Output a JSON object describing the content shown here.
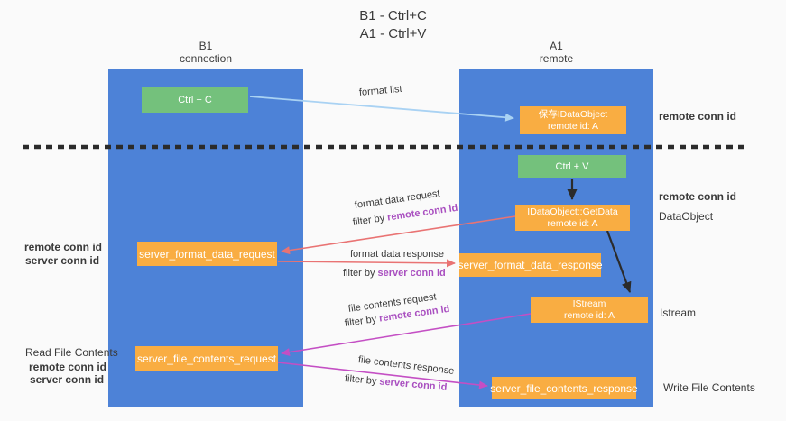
{
  "title": {
    "line1": "B1 - Ctrl+C",
    "line2": "A1 - Ctrl+V"
  },
  "columns": {
    "left": {
      "header_line1": "B1",
      "header_line2": "connection"
    },
    "right": {
      "header_line1": "A1",
      "header_line2": "remote"
    }
  },
  "nodes": {
    "ctrl_c": "Ctrl + C",
    "ctrl_v": "Ctrl + V",
    "save_dataobject_line1": "保存IDataObject",
    "save_dataobject_line2": "remote id: A",
    "getdata_line1": "IDataObject::GetData",
    "getdata_line2": "remote id: A",
    "istream_line1": "IStream",
    "istream_line2": "remote id: A",
    "server_format_data_request": "server_format_data_request",
    "server_format_data_response": "server_format_data_response",
    "server_file_contents_request": "server_file_contents_request",
    "server_file_contents_response": "server_file_contents_response"
  },
  "labels": {
    "format_list": "format list",
    "format_data_request": "format data request",
    "format_data_response": "format data response",
    "file_contents_request": "file contents request",
    "file_contents_response": "file contents response",
    "filter_by": "filter by",
    "remote_conn_id": "remote conn id",
    "server_conn_id": "server conn id",
    "dataobject": "DataObject",
    "istream": "Istream",
    "read_file_contents": "Read File Contents",
    "write_file_contents": "Write File Contents"
  },
  "colors": {
    "background": "#fafafa",
    "column_blue": "#4d82d7",
    "node_orange": "#f9ad42",
    "node_green": "#74c17c",
    "arrow_red": "#e97373",
    "arrow_magenta": "#c44fc4",
    "arrow_lightblue": "#a9d2f3",
    "arrow_black": "#2b2b2b",
    "text_purple": "#a94fc0",
    "text_green": "#58b75e",
    "text_dark": "#3a3a3a"
  }
}
